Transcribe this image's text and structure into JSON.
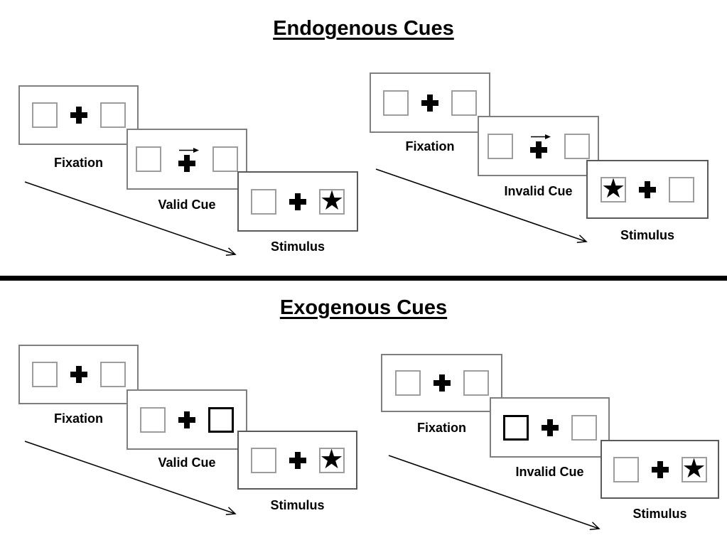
{
  "diagram": {
    "kind": "posner-cueing-task",
    "colors": {
      "ink": "#000000",
      "panel_border": "#7f7f7f",
      "stimulus_panel_border": "#595959",
      "box_border": "#9d9d9d",
      "flash_box_border": "#000000",
      "divider": "#000000",
      "background": "#ffffff"
    },
    "glyphs": {
      "star": "★",
      "cue_arrow": "→",
      "fixation_cross": "+"
    }
  },
  "sections": [
    {
      "title": "Endogenous Cues",
      "cue_style": "central arrow",
      "groups": [
        {
          "name": "valid-trial",
          "panels": [
            {
              "label": "Fixation",
              "type": "fixation"
            },
            {
              "label": "Valid Cue",
              "type": "arrow-cue",
              "cue_direction": "right"
            },
            {
              "label": "Stimulus",
              "type": "stimulus",
              "target_side": "right"
            }
          ]
        },
        {
          "name": "invalid-trial",
          "panels": [
            {
              "label": "Fixation",
              "type": "fixation"
            },
            {
              "label": "Invalid Cue",
              "type": "arrow-cue",
              "cue_direction": "right"
            },
            {
              "label": "Stimulus",
              "type": "stimulus",
              "target_side": "left"
            }
          ]
        }
      ]
    },
    {
      "title": "Exogenous Cues",
      "cue_style": "peripheral box flash",
      "groups": [
        {
          "name": "valid-trial",
          "panels": [
            {
              "label": "Fixation",
              "type": "fixation"
            },
            {
              "label": "Valid Cue",
              "type": "flash-cue",
              "cue_side": "right"
            },
            {
              "label": "Stimulus",
              "type": "stimulus",
              "target_side": "right"
            }
          ]
        },
        {
          "name": "invalid-trial",
          "panels": [
            {
              "label": "Fixation",
              "type": "fixation"
            },
            {
              "label": "Invalid Cue",
              "type": "flash-cue",
              "cue_side": "left"
            },
            {
              "label": "Stimulus",
              "type": "stimulus",
              "target_side": "right"
            }
          ]
        }
      ]
    }
  ]
}
